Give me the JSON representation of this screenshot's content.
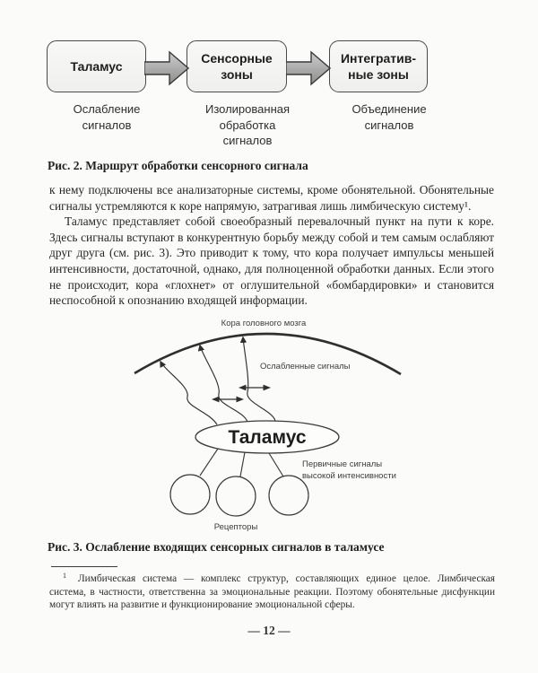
{
  "figure2": {
    "caption": "Рис. 2. Маршрут обработки сенсорного сигнала",
    "boxes": [
      {
        "lines": [
          "Таламус"
        ],
        "note": "Ослабление сигналов"
      },
      {
        "lines": [
          "Сенсорные",
          "зоны"
        ],
        "note": "Изолированная обработка сигналов"
      },
      {
        "lines": [
          "Интегратив-",
          "ные зоны"
        ],
        "note": "Объединение сигналов"
      }
    ]
  },
  "body": {
    "paragraph1": "к нему подключены все анализаторные системы, кроме обонятельной. Обонятельные сигналы устремляются к коре напрямую, затрагивая лишь лимбическую систему¹.",
    "paragraph2": "Таламус представляет собой своеобразный перевалочный пункт на пути к коре. Здесь сигналы вступают в конкурентную борьбу между собой и тем самым ослабляют друг друга (см. рис. 3). Это приводит к тому, что кора получает импульсы меньшей интенсивности, достаточной, однако, для полноценной обработки данных. Если этого не происходит, кора «глохнет» от оглушительной «бомбардировки» и становится неспособной к опознанию входящей информации."
  },
  "figure3": {
    "caption": "Рис. 3. Ослабление входящих сенсорных сигналов в таламусе",
    "labels": {
      "cortex": "Кора головного мозга",
      "weakened": "Ослабленные сигналы",
      "thalamus": "Таламус",
      "primary_line1": "Первичные сигналы",
      "primary_line2": "высокой интенсивности",
      "receptors": "Рецепторы"
    }
  },
  "footnote": {
    "marker": "1",
    "text": "Лимбическая система — комплекс структур, составляющих единое целое. Лимбическая система, в частности, ответственна за эмоциональные реакции. Поэтому обонятельные дисфункции могут влиять на развитие и функционирование эмоциональной сферы."
  },
  "page": {
    "number": "— 12 —"
  },
  "colors": {
    "ink": "#2b2b2b",
    "box_fill": "#f4f4f2",
    "arrow_fill": "#a2a2a2",
    "background": "#fbfbfa"
  }
}
